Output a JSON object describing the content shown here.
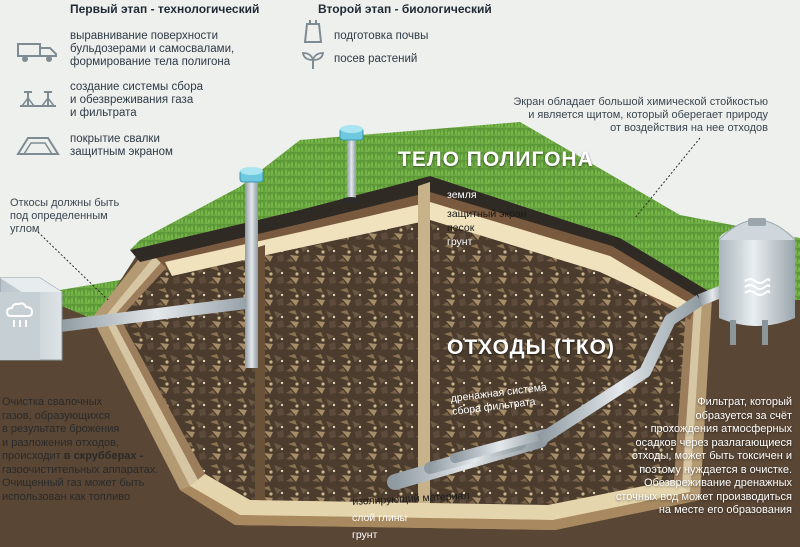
{
  "stage1": {
    "heading": "Первый этап - технологический",
    "items": [
      {
        "icon": "dump-truck-icon",
        "line1": "выравнивание поверхности",
        "line2": "бульдозерами и самосвалами,",
        "line3": "формирование тела полигона"
      },
      {
        "icon": "gas-collection-icon",
        "line1": "создание системы сбора",
        "line2": "и обезвреживания газа",
        "line3": "и фильтрата"
      },
      {
        "icon": "screen-cover-icon",
        "line1": "покрытие свалки",
        "line2": "защитным экраном"
      }
    ]
  },
  "stage2": {
    "heading": "Второй этап - биологический",
    "items": [
      {
        "icon": "soil-bag-icon",
        "label": "подготовка почвы"
      },
      {
        "icon": "seedling-icon",
        "label": "посев растений"
      }
    ]
  },
  "callouts": {
    "screen": [
      "Экран обладает большой химической стойкостью",
      "и является щитом, который оберегает природу",
      "от воздействия на нее отходов"
    ],
    "slopes": [
      "Откосы должны быть",
      "под определенным",
      "углом"
    ],
    "gas": {
      "l1": "Очистка свалочных",
      "l2": "газов, образующихся",
      "l3": "в результате брожения",
      "l4": "и разложения отходов,",
      "l5a": "происходит ",
      "l5b": "в скрубберах",
      "l5c": " -",
      "l6": "газоочистительных аппаратах.",
      "l7": "Очищенный газ может быть",
      "l8": "использован как топливо"
    },
    "filtrate": [
      "Фильтрат, который",
      "образуется за счёт",
      "прохождения атмосферных",
      "осадков через разлагающиеся",
      "отходы, может быть токсичен и",
      "поэтому нуждается в очистке.",
      "Обезвреживание дренажных",
      "сточных вод может производиться",
      "на месте его образования"
    ]
  },
  "diagram": {
    "body_title": "ТЕЛО ПОЛИГОНА",
    "waste_title": "ОТХОДЫ (ТКО)",
    "layers_top": [
      "земля",
      "защитный экран",
      "песок",
      "грунт"
    ],
    "drainage": [
      "дренажная система",
      "сбора фильтрата"
    ],
    "layers_bottom": [
      "изолирующий материал",
      "слой глины",
      "грунт"
    ]
  },
  "colors": {
    "grass": "#5f9a3a",
    "waste": "#4a3a2c",
    "soil": "#8a6a4a",
    "sand": "#e6d7a8",
    "pipe": "#b8c2c8",
    "tank": "#c9d2d8",
    "water_cap": "#7fd3e6"
  }
}
